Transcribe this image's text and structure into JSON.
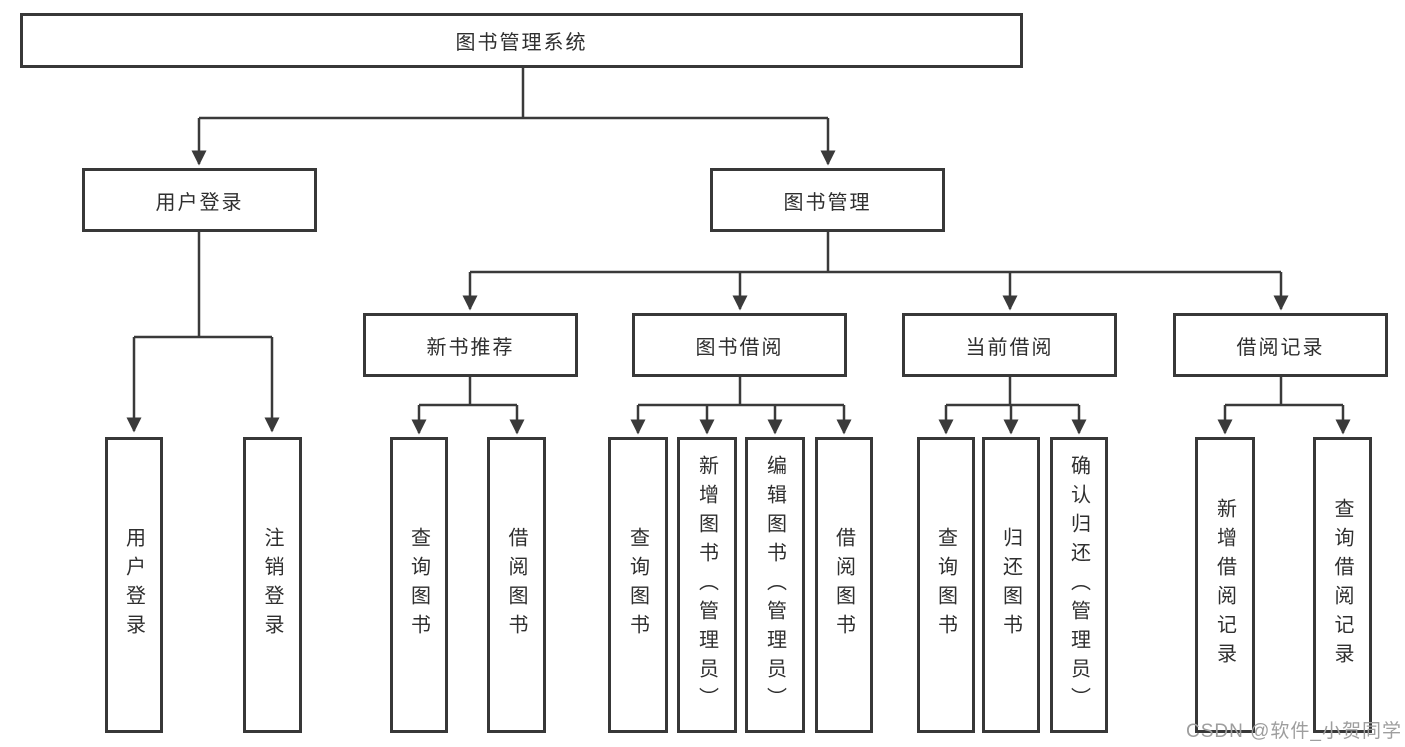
{
  "diagram": {
    "title": "图书管理系统",
    "root": {
      "label": "图书管理系统"
    },
    "level2": [
      {
        "label": "用户登录"
      },
      {
        "label": "图书管理"
      }
    ],
    "level3": [
      {
        "label": "新书推荐",
        "parent": "图书管理"
      },
      {
        "label": "图书借阅",
        "parent": "图书管理"
      },
      {
        "label": "当前借阅",
        "parent": "图书管理"
      },
      {
        "label": "借阅记录",
        "parent": "图书管理"
      }
    ],
    "leaves": [
      {
        "label": "用户登录",
        "parent": "用户登录"
      },
      {
        "label": "注销登录",
        "parent": "用户登录"
      },
      {
        "label": "查询图书",
        "parent": "新书推荐"
      },
      {
        "label": "借阅图书",
        "parent": "新书推荐"
      },
      {
        "label": "查询图书",
        "parent": "图书借阅"
      },
      {
        "label": "新增图书（管理员）",
        "parent": "图书借阅"
      },
      {
        "label": "编辑图书（管理员）",
        "parent": "图书借阅"
      },
      {
        "label": "借阅图书",
        "parent": "图书借阅"
      },
      {
        "label": "查询图书",
        "parent": "当前借阅"
      },
      {
        "label": "归还图书",
        "parent": "当前借阅"
      },
      {
        "label": "确认归还（管理员）",
        "parent": "当前借阅"
      },
      {
        "label": "新增借阅记录",
        "parent": "借阅记录"
      },
      {
        "label": "查询借阅记录",
        "parent": "借阅记录"
      }
    ],
    "colors": {
      "line": "#3a3a3a",
      "box_border": "#383838",
      "box_background": "#ffffff",
      "text": "#2f2f2f",
      "page_background": "#ffffff"
    }
  },
  "watermark": {
    "text": "CSDN @软件_小贺同学",
    "color": "#9e9e9e"
  }
}
